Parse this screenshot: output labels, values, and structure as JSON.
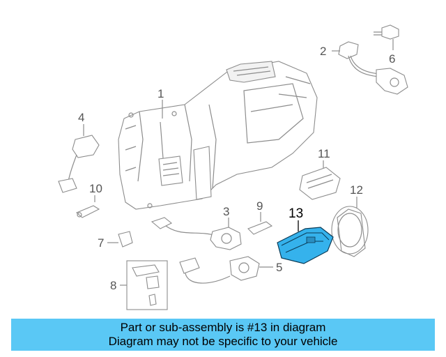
{
  "callouts": {
    "c1": "1",
    "c2": "2",
    "c3": "3",
    "c4": "4",
    "c5": "5",
    "c6": "6",
    "c7": "7",
    "c8": "8",
    "c9": "9",
    "c10": "10",
    "c11": "11",
    "c12": "12",
    "c13": "13"
  },
  "highlight": {
    "part_number": "13",
    "color": "#35b2ec"
  },
  "banner": {
    "line1": "Part or sub-assembly is #13 in diagram",
    "line2": "Diagram may not be specific to your vehicle",
    "color": "#5ac8f5"
  }
}
